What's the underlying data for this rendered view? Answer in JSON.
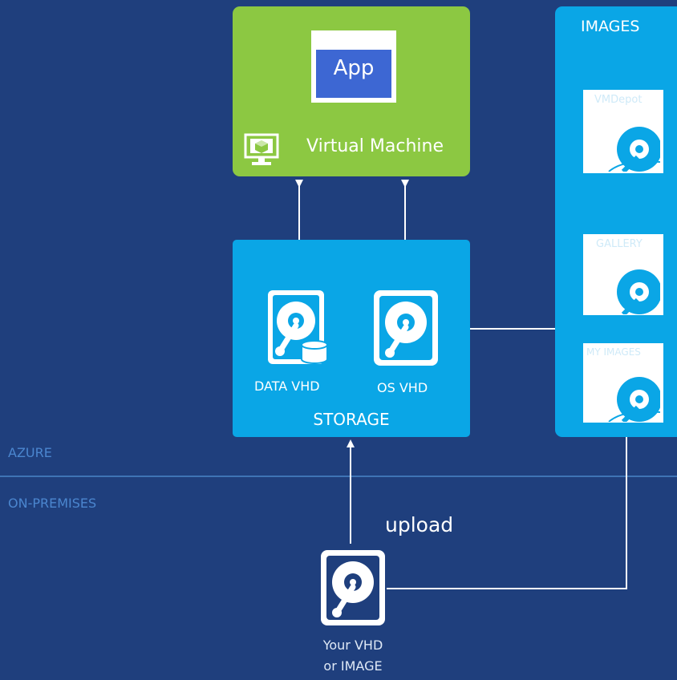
{
  "vm": {
    "app_label": "App",
    "title": "Virtual Machine"
  },
  "storage": {
    "title": "STORAGE",
    "data_vhd": "DATA VHD",
    "os_vhd": "OS VHD"
  },
  "images": {
    "title": "IMAGES",
    "items": [
      {
        "label": "VMDepot"
      },
      {
        "label": "GALLERY"
      },
      {
        "label": "MY IMAGES"
      }
    ]
  },
  "zones": {
    "cloud": "AZURE",
    "local": "ON-PREMISES"
  },
  "flow": {
    "upload": "upload"
  },
  "source": {
    "line1": "Your VHD",
    "line2": "or IMAGE"
  },
  "colors": {
    "background": "#1f3f7d",
    "vm_green": "#8cc842",
    "storage_blue": "#0aa6e6",
    "app_blue": "#3d67d3",
    "divider": "#4a86c8"
  }
}
